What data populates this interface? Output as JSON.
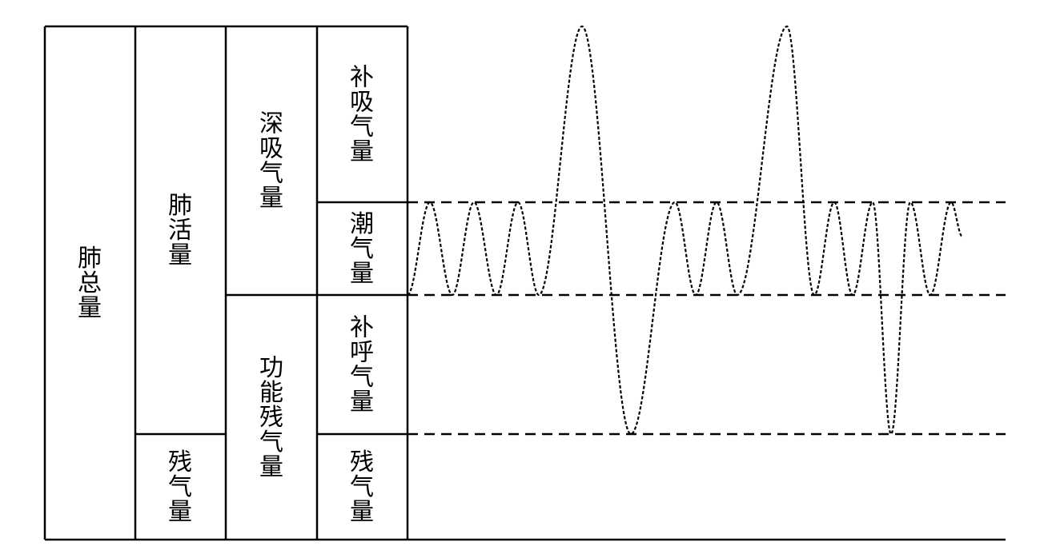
{
  "labels": {
    "total_lung_capacity": "肺总量",
    "vital_capacity": "肺活量",
    "residual_volume_col2": "残气量",
    "inspiratory_capacity": "深吸气量",
    "functional_residual_capacity": "功能残气量",
    "inspiratory_reserve_volume": "补吸气量",
    "tidal_volume": "潮气量",
    "expiratory_reserve_volume": "补呼气量",
    "residual_volume_col4": "残气量"
  },
  "colors": {
    "line": "#000000",
    "background": "#ffffff"
  }
}
